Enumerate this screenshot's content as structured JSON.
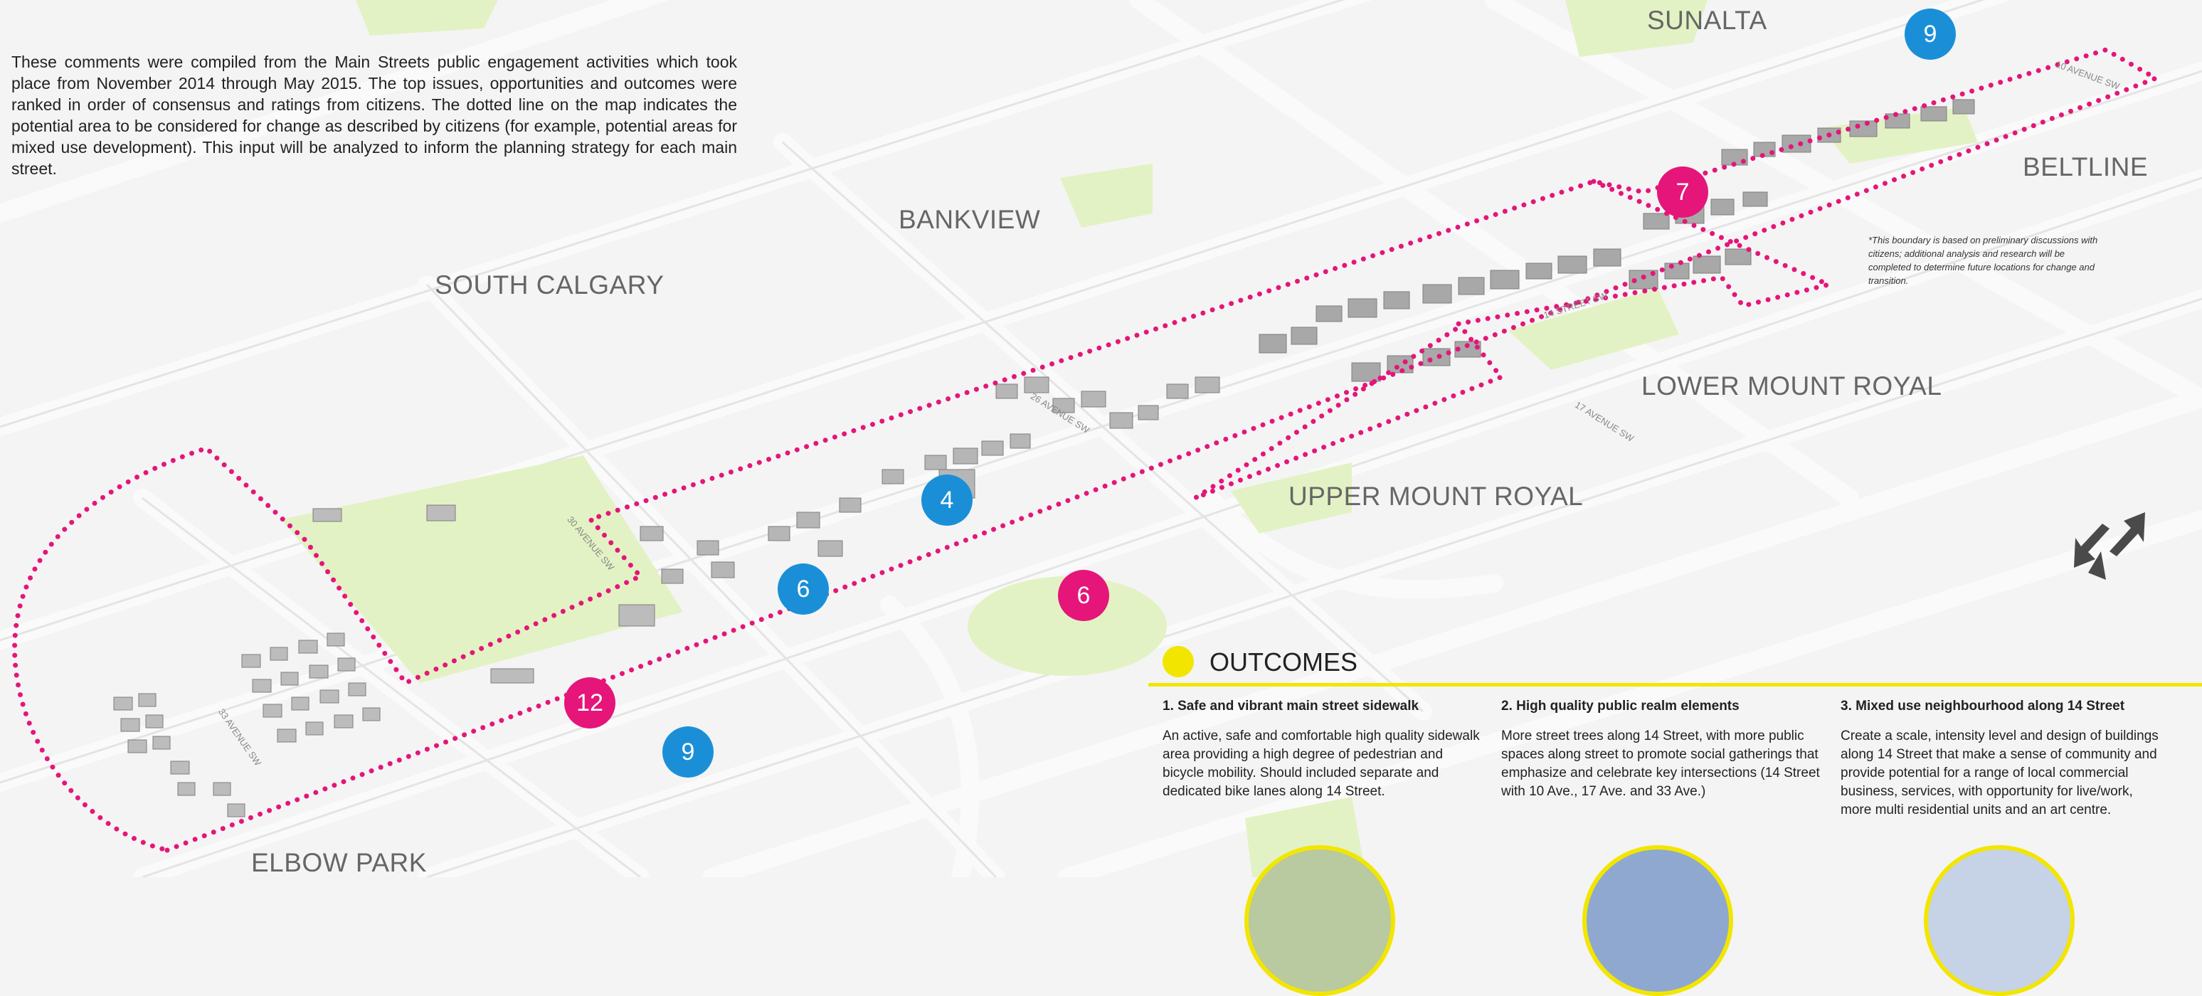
{
  "intro_text": "These comments were compiled from the Main Streets public engagement activities which took place from November 2014 through May 2015. The top issues, opportunities and outcomes were ranked in order of consensus and ratings from citizens. The dotted line on the map indicates the potential area to be considered for change as described by citizens (for example, potential areas for mixed use development). This input will be analyzed to inform the planning strategy for each main street.",
  "neighbourhoods": {
    "sunalta": "SUNALTA",
    "beltline": "BELTLINE",
    "bankview": "BANKVIEW",
    "south_calgary": "SOUTH CALGARY",
    "lower_mount_royal": "LOWER MOUNT ROYAL",
    "upper_mount_royal": "UPPER MOUNT ROYAL",
    "elbow_park": "ELBOW PARK"
  },
  "streets": {
    "avenue_10": "10 AVENUE SW",
    "street_14": "14 STREET SW",
    "avenue_17": "17 AVENUE SW",
    "avenue_26": "26 AVENUE SW",
    "avenue_30": "30 AVENUE SW",
    "avenue_33": "33 AVENUE SW"
  },
  "markers": [
    {
      "label": "9",
      "color": "blue"
    },
    {
      "label": "7",
      "color": "pink"
    },
    {
      "label": "4",
      "color": "blue"
    },
    {
      "label": "6",
      "color": "blue"
    },
    {
      "label": "6",
      "color": "pink"
    },
    {
      "label": "12",
      "color": "pink"
    },
    {
      "label": "9",
      "color": "blue"
    }
  ],
  "boundary_note": "*This boundary is based on preliminary discussions with citizens; additional analysis and research will be completed to determine future locations for change and transition.",
  "outcomes": {
    "title": "OUTCOMES",
    "items": [
      {
        "title": "1.  Safe and vibrant main street sidewalk",
        "body": "An active, safe and comfortable high quality sidewalk area providing a high degree of pedestrian and bicycle mobility. Should included separate and dedicated bike lanes along 14 Street."
      },
      {
        "title": "2.  High quality public realm elements",
        "body": "More street trees along 14 Street, with more public spaces along street to promote social gatherings that emphasize and celebrate key intersections (14 Street with 10 Ave., 17 Ave. and 33 Ave.)"
      },
      {
        "title": "3.  Mixed use neighbourhood along 14 Street",
        "body": "Create a scale, intensity level and design of buildings along 14 Street that make a sense of community and provide potential for a range of local commercial business, services, with opportunity for live/work, more multi residential units and an art centre."
      }
    ]
  },
  "colors": {
    "boundary": "#e5157a",
    "marker_blue": "#1a8fd8",
    "marker_pink": "#e5157a",
    "outcome_accent": "#f2e600",
    "park": "#e3f2c4"
  },
  "icons": [
    "north-arrow-icon",
    "outcome-bullet-icon"
  ]
}
